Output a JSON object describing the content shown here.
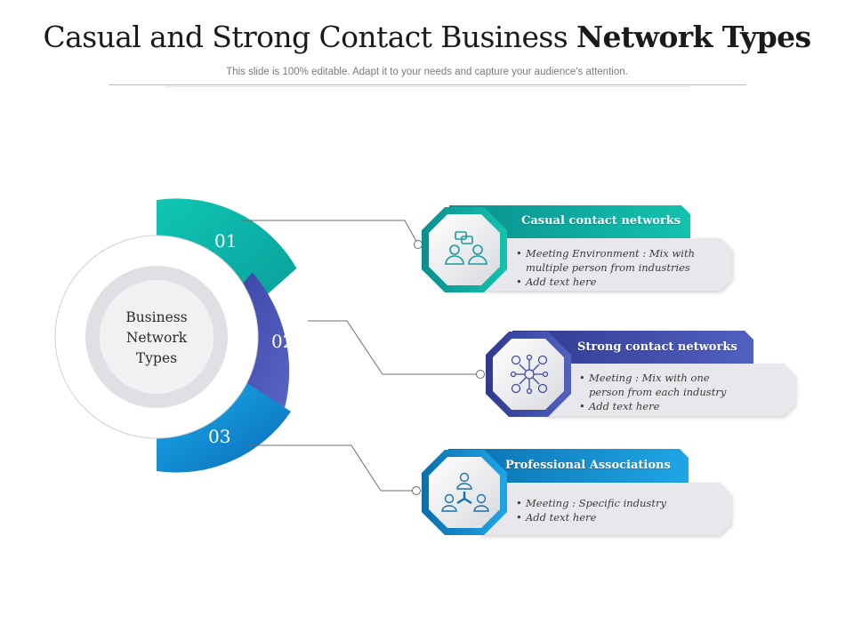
{
  "title": {
    "regular": "Casual and Strong Contact Business ",
    "bold": "Network Types"
  },
  "subtitle": "This slide is 100% editable. Adapt it to your needs and capture your audience's attention.",
  "center_label": [
    "Business",
    "Network",
    "Types"
  ],
  "segments": [
    {
      "number": "01",
      "color": "#12b8a6"
    },
    {
      "number": "02",
      "color": "#3f4fb0"
    },
    {
      "number": "03",
      "color": "#1589d0"
    }
  ],
  "cards": [
    {
      "heading": "Casual contact networks",
      "icon": "people-chat-icon",
      "bullets": [
        "Meeting Environment  : Mix with",
        "multiple person from industries",
        "Add text here"
      ],
      "bullet_flags": [
        true,
        false,
        true
      ]
    },
    {
      "heading": "Strong contact networks",
      "icon": "network-hub-icon",
      "bullets": [
        "Meeting : Mix with one",
        "person from each industry",
        "Add text here"
      ],
      "bullet_flags": [
        true,
        false,
        true
      ]
    },
    {
      "heading": "Professional Associations",
      "icon": "connected-people-icon",
      "bullets": [
        "Meeting : Specific industry",
        "Add text here"
      ],
      "bullet_flags": [
        true,
        true
      ]
    }
  ]
}
